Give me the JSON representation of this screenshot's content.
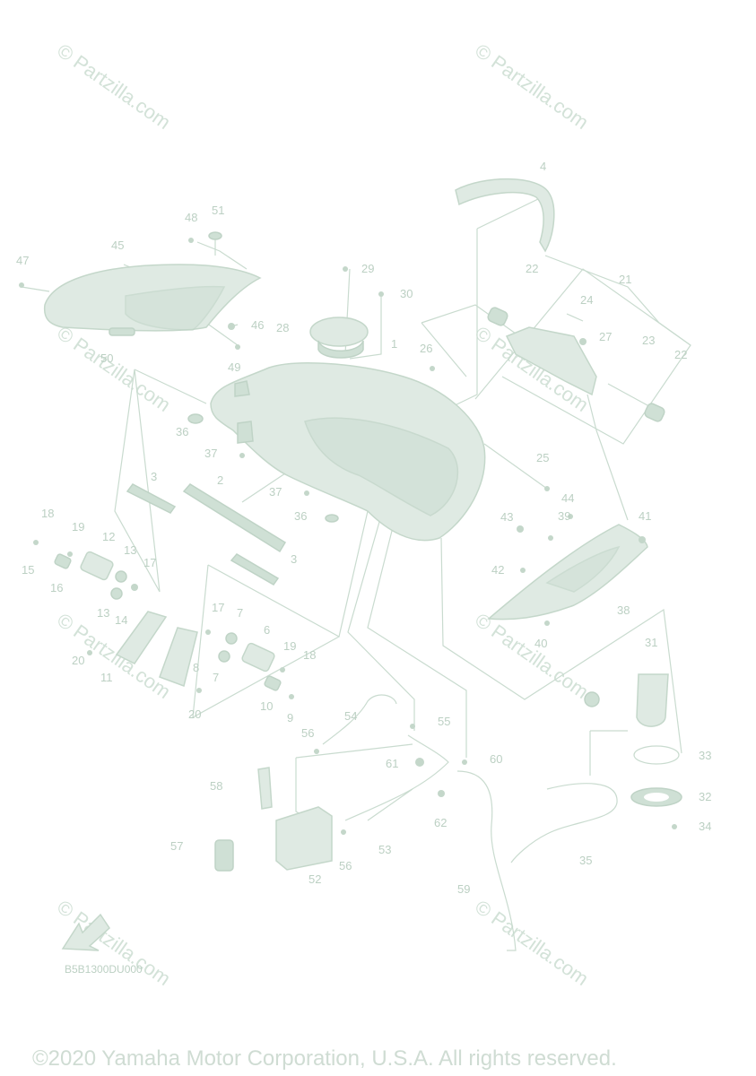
{
  "diagram": {
    "code": "B5B1300DU000",
    "copyright": "©2020 Yamaha Motor Corporation, U.S.A. All rights reserved.",
    "watermark": "© Partzilla.com",
    "callouts": [
      {
        "id": "c1",
        "text": "1"
      },
      {
        "id": "c2",
        "text": "2"
      },
      {
        "id": "c3a",
        "text": "3"
      },
      {
        "id": "c3b",
        "text": "3"
      },
      {
        "id": "c4",
        "text": "4"
      },
      {
        "id": "c6",
        "text": "6"
      },
      {
        "id": "c7a",
        "text": "7"
      },
      {
        "id": "c7b",
        "text": "7"
      },
      {
        "id": "c8",
        "text": "8"
      },
      {
        "id": "c9",
        "text": "9"
      },
      {
        "id": "c10",
        "text": "10"
      },
      {
        "id": "c11",
        "text": "11"
      },
      {
        "id": "c12",
        "text": "12"
      },
      {
        "id": "c13a",
        "text": "13"
      },
      {
        "id": "c13b",
        "text": "13"
      },
      {
        "id": "c14",
        "text": "14"
      },
      {
        "id": "c15",
        "text": "15"
      },
      {
        "id": "c16",
        "text": "16"
      },
      {
        "id": "c17a",
        "text": "17"
      },
      {
        "id": "c17b",
        "text": "17"
      },
      {
        "id": "c18a",
        "text": "18"
      },
      {
        "id": "c18b",
        "text": "18"
      },
      {
        "id": "c19a",
        "text": "19"
      },
      {
        "id": "c19b",
        "text": "19"
      },
      {
        "id": "c20a",
        "text": "20"
      },
      {
        "id": "c20b",
        "text": "20"
      },
      {
        "id": "c21",
        "text": "21"
      },
      {
        "id": "c22a",
        "text": "22"
      },
      {
        "id": "c22b",
        "text": "22"
      },
      {
        "id": "c23",
        "text": "23"
      },
      {
        "id": "c24",
        "text": "24"
      },
      {
        "id": "c25",
        "text": "25"
      },
      {
        "id": "c26",
        "text": "26"
      },
      {
        "id": "c27",
        "text": "27"
      },
      {
        "id": "c28",
        "text": "28"
      },
      {
        "id": "c29",
        "text": "29"
      },
      {
        "id": "c30",
        "text": "30"
      },
      {
        "id": "c31",
        "text": "31"
      },
      {
        "id": "c32",
        "text": "32"
      },
      {
        "id": "c33",
        "text": "33"
      },
      {
        "id": "c34",
        "text": "34"
      },
      {
        "id": "c35",
        "text": "35"
      },
      {
        "id": "c36a",
        "text": "36"
      },
      {
        "id": "c36b",
        "text": "36"
      },
      {
        "id": "c37a",
        "text": "37"
      },
      {
        "id": "c37b",
        "text": "37"
      },
      {
        "id": "c38",
        "text": "38"
      },
      {
        "id": "c39",
        "text": "39"
      },
      {
        "id": "c40",
        "text": "40"
      },
      {
        "id": "c41",
        "text": "41"
      },
      {
        "id": "c42",
        "text": "42"
      },
      {
        "id": "c43",
        "text": "43"
      },
      {
        "id": "c44",
        "text": "44"
      },
      {
        "id": "c45",
        "text": "45"
      },
      {
        "id": "c46",
        "text": "46"
      },
      {
        "id": "c47",
        "text": "47"
      },
      {
        "id": "c48",
        "text": "48"
      },
      {
        "id": "c49",
        "text": "49"
      },
      {
        "id": "c50",
        "text": "50"
      },
      {
        "id": "c51",
        "text": "51"
      },
      {
        "id": "c52",
        "text": "52"
      },
      {
        "id": "c53",
        "text": "53"
      },
      {
        "id": "c54",
        "text": "54"
      },
      {
        "id": "c55",
        "text": "55"
      },
      {
        "id": "c56a",
        "text": "56"
      },
      {
        "id": "c56b",
        "text": "56"
      },
      {
        "id": "c57",
        "text": "57"
      },
      {
        "id": "c58",
        "text": "58"
      },
      {
        "id": "c59",
        "text": "59"
      },
      {
        "id": "c60",
        "text": "60"
      },
      {
        "id": "c61",
        "text": "61"
      },
      {
        "id": "c62",
        "text": "62"
      }
    ]
  },
  "colors": {
    "line": "#c9dbcf",
    "part_fill": "#dfeae3",
    "label": "#bcd0c3",
    "watermark": "#d3e2d8"
  }
}
